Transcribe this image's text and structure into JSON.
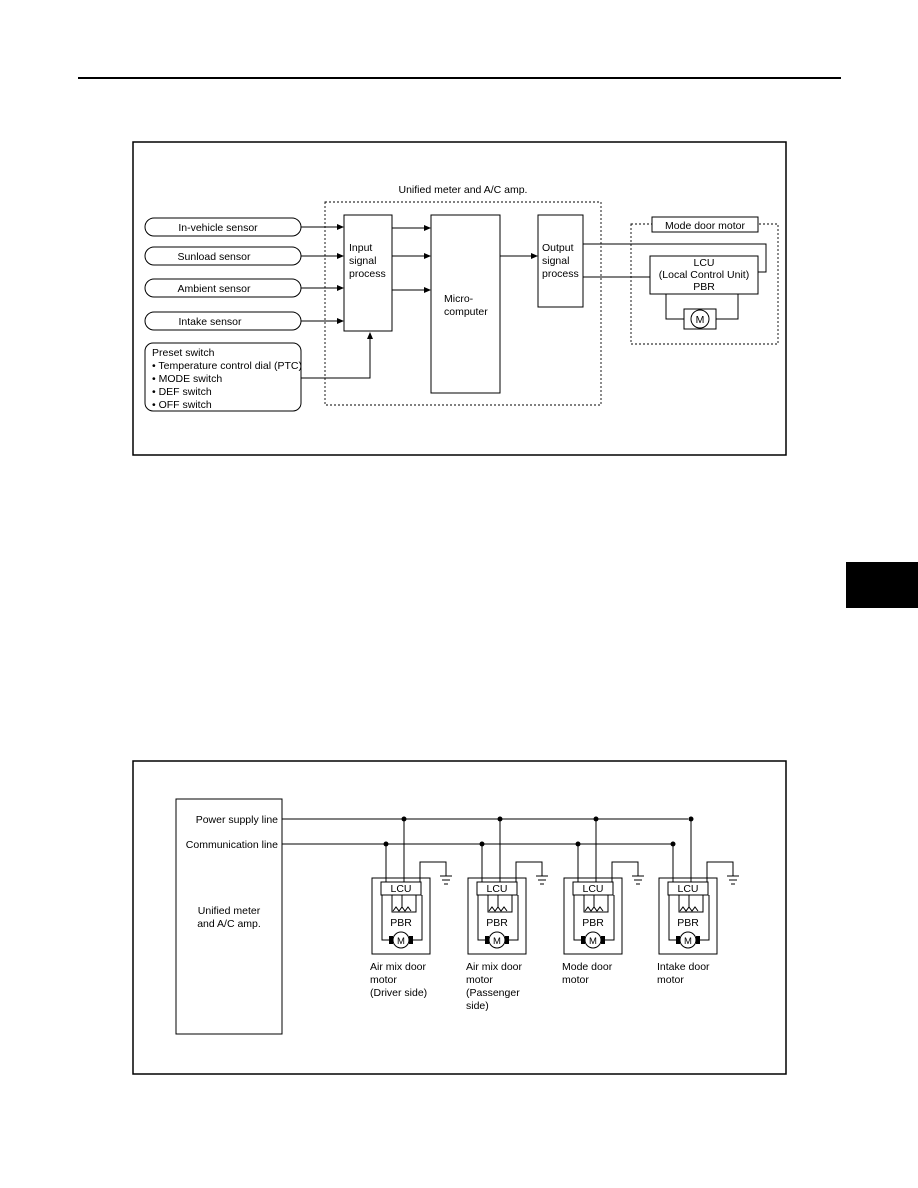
{
  "diagram1": {
    "amp_label": "Unified meter and A/C amp.",
    "sensors": [
      "In-vehicle sensor",
      "Sunload sensor",
      "Ambient sensor",
      "Intake sensor"
    ],
    "preset": {
      "title": "Preset switch",
      "items": [
        "• Temperature control dial (PTC)",
        "• MODE switch",
        "• DEF switch",
        "• OFF switch"
      ]
    },
    "input_block": [
      "Input",
      "signal",
      "process"
    ],
    "micro_block": [
      "Micro-",
      "computer"
    ],
    "output_block": [
      "Output",
      "signal",
      "process"
    ],
    "mode_motor_label": "Mode door motor",
    "lcu_lines": [
      "LCU",
      "(Local Control Unit)",
      "PBR"
    ],
    "motor_symbol": "M"
  },
  "diagram2": {
    "power_line_label": "Power supply line",
    "comm_line_label": "Communication line",
    "amp_lines": [
      "Unified meter",
      "and A/C amp."
    ],
    "lcu": "LCU",
    "pbr": "PBR",
    "motor_symbol": "M",
    "motors": [
      {
        "lines": [
          "Air mix door",
          "motor",
          "(Driver side)"
        ]
      },
      {
        "lines": [
          "Air mix door",
          "motor",
          "(Passenger",
          "side)"
        ]
      },
      {
        "lines": [
          "Mode door",
          "motor"
        ]
      },
      {
        "lines": [
          "Intake door",
          "motor"
        ]
      }
    ]
  }
}
